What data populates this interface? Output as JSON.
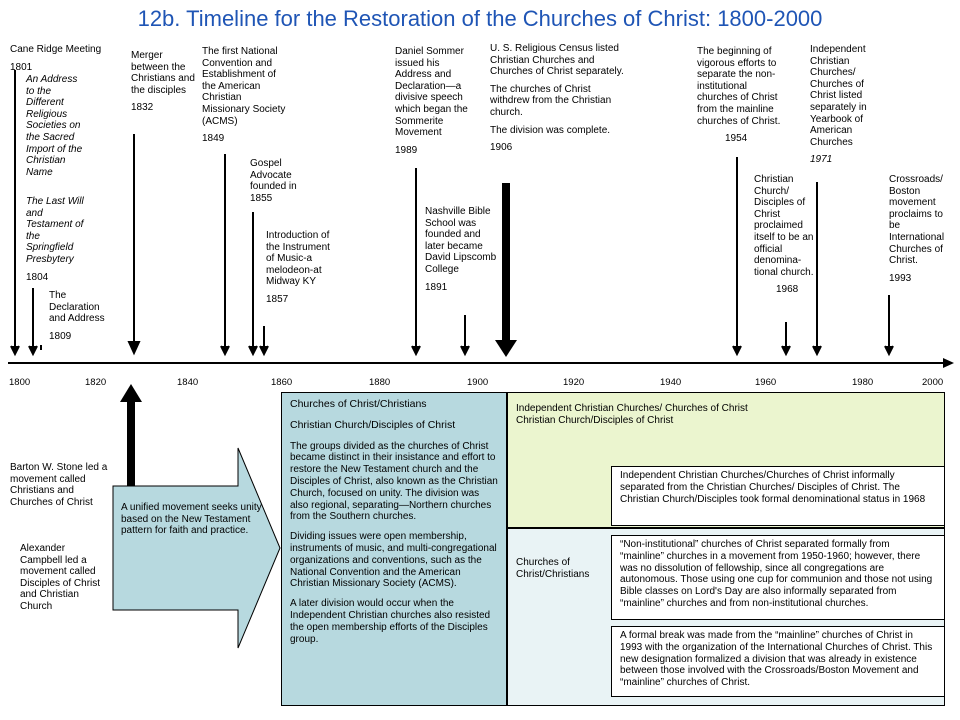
{
  "title": "12b. Timeline for the Restoration of the Churches of Christ: 1800-2000",
  "colors": {
    "title": "#1f55b5",
    "center_box": "#b7d9df",
    "green_box": "#ebf5cf",
    "blue_box": "#e9f3f5",
    "arrow_fill": "#b7d9df"
  },
  "axis": {
    "years": [
      "1800",
      "1820",
      "1840",
      "1860",
      "1880",
      "1900",
      "1920",
      "1940",
      "1960",
      "1980",
      "2000"
    ]
  },
  "events": {
    "cane_ridge": {
      "label": "Cane Ridge Meeting",
      "year": "1801"
    },
    "address": {
      "label": "An Address to the Different Religious Societies on the Sacred Import of the Christian Name"
    },
    "last_will": {
      "label": "The Last Will and Testament of the Springfield Presbytery",
      "year": "1804"
    },
    "declaration": {
      "label": "The Declaration and Address",
      "year": "1809"
    },
    "merger": {
      "label": "Merger between the Christians and the disciples",
      "year": "1832"
    },
    "acms": {
      "label": "The first National Convention and Establishment of the American Christian Missionary Society (ACMS)",
      "year": "1849"
    },
    "gospel_advocate": {
      "label": "Gospel Advocate founded in 1855"
    },
    "instrument": {
      "label": "Introduction of the Instrument of Music-a melodeon-at Midway KY",
      "year": "1857"
    },
    "sommer": {
      "label": "Daniel Sommer issued his Address and Declaration—a divisive speech which began the Sommerite Movement",
      "year": "1989"
    },
    "nashville": {
      "label": "Nashville Bible School was founded and later became David Lipscomb College",
      "year": "1891"
    },
    "census": {
      "line1": "U. S. Religious Census listed Christian Churches and Churches of Christ separately.",
      "line2": "The churches of Christ withdrew from the Christian church.",
      "line3": "The division was complete.",
      "year": "1906"
    },
    "noninstitutional": {
      "label": "The beginning of vigorous efforts to separate the non-institutional churches of Christ from the mainline churches of Christ.",
      "year": "1954"
    },
    "independent": {
      "label": "Independent Christian Churches/ Churches of Christ listed separately in Yearbook of American Churches",
      "year": "1971"
    },
    "denomination": {
      "label": "Christian Church/ Disciples of Christ proclaimed itself to be an official denomina-tional church.",
      "year": "1968"
    },
    "crossroads": {
      "label": "Crossroads/ Boston movement proclaims to be International Churches of Christ.",
      "year": "1993"
    }
  },
  "left_notes": {
    "stone": "Barton W. Stone led a movement called Christians and Churches of Christ",
    "campbell": "Alexander Campbell led a movement called Disciples of Christ and Christian Church"
  },
  "arrow_text": "A unified movement seeks unity based on the New Testament pattern for faith and practice.",
  "center_box": {
    "heading1": "Churches of Christ/Christians",
    "heading2": "Christian Church/Disciples of Christ",
    "para1": "The groups divided as the churches of Christ became distinct in their insistance and effort to restore the New Testament church and the Disciples of Christ, also known as the Christian Church, focused on unity.  The division was also regional, separating—Northern churches from the Southern churches.",
    "para2": "Dividing issues were open membership, instruments of music, and multi-congregational organizations and conventions, such as the National Convention and the American Christian Missionary Society (ACMS).",
    "para3": "A later division would occur when the Independent Christian churches also resisted the open membership efforts of the Disciples group."
  },
  "green_box": {
    "line1": "Independent Christian Churches/ Churches of Christ",
    "line2": "Christian Church/Disciples of Christ"
  },
  "blue_box_label": "Churches of Christ/Christians",
  "note_1968": "Independent Christian Churches/Churches of Christ informally separated from the Christian Churches/ Disciples of Christ.  The Christian Church/Disciples took formal denominational status in 1968",
  "note_noninst": "“Non-institutional” churches of Christ separated formally from “mainline” churches in a movement from 1950-1960; however, there was no dissolution of fellowship, since all congregations are autonomous.  Those using one cup for communion and those not using Bible classes on Lord's Day are also informally separated from “mainline” churches and from non-institutional churches.",
  "note_1993": "A formal break was made from the “mainline” churches of Christ in 1993 with the organization of the International Churches of Christ.  This new designation formalized a division that was already in existence between those involved with the Crossroads/Boston Movement and “mainline” churches of Christ."
}
